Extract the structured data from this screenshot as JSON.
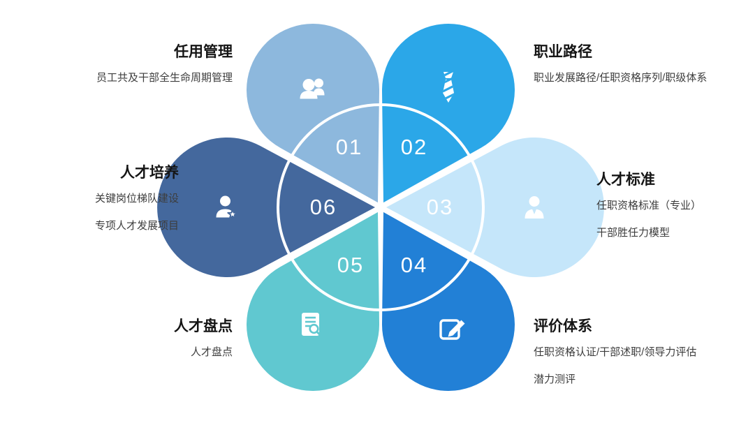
{
  "diagram": {
    "type": "flower-petal-cycle",
    "petal_count": 6,
    "background": "#ffffff",
    "ring_color": "#ffffff"
  },
  "petals": [
    {
      "number": "01",
      "title": "任用管理",
      "color": "#8db8dd",
      "icon": "people-icon",
      "lines": [
        "员工共及干部全生命周期管理"
      ]
    },
    {
      "number": "02",
      "title": "职业路径",
      "color": "#2ba7e8",
      "icon": "tie-icon",
      "lines": [
        "职业发展路径/任职资格序列/职级体系"
      ]
    },
    {
      "number": "03",
      "title": "人才标准",
      "color": "#c5e6fa",
      "icon": "person-icon",
      "lines": [
        "任职资格标准（专业）",
        "干部胜任力模型"
      ]
    },
    {
      "number": "04",
      "title": "评价体系",
      "color": "#2280d6",
      "icon": "edit-icon",
      "lines": [
        "任职资格认证/干部述职/领导力评估",
        "潜力测评"
      ]
    },
    {
      "number": "05",
      "title": "人才盘点",
      "color": "#60c8d0",
      "icon": "report-search-icon",
      "lines": [
        "人才盘点"
      ]
    },
    {
      "number": "06",
      "title": "人才培养",
      "color": "#44689d",
      "icon": "person-star-icon",
      "lines": [
        "关键岗位梯队建设",
        "专项人才发展项目"
      ]
    }
  ]
}
